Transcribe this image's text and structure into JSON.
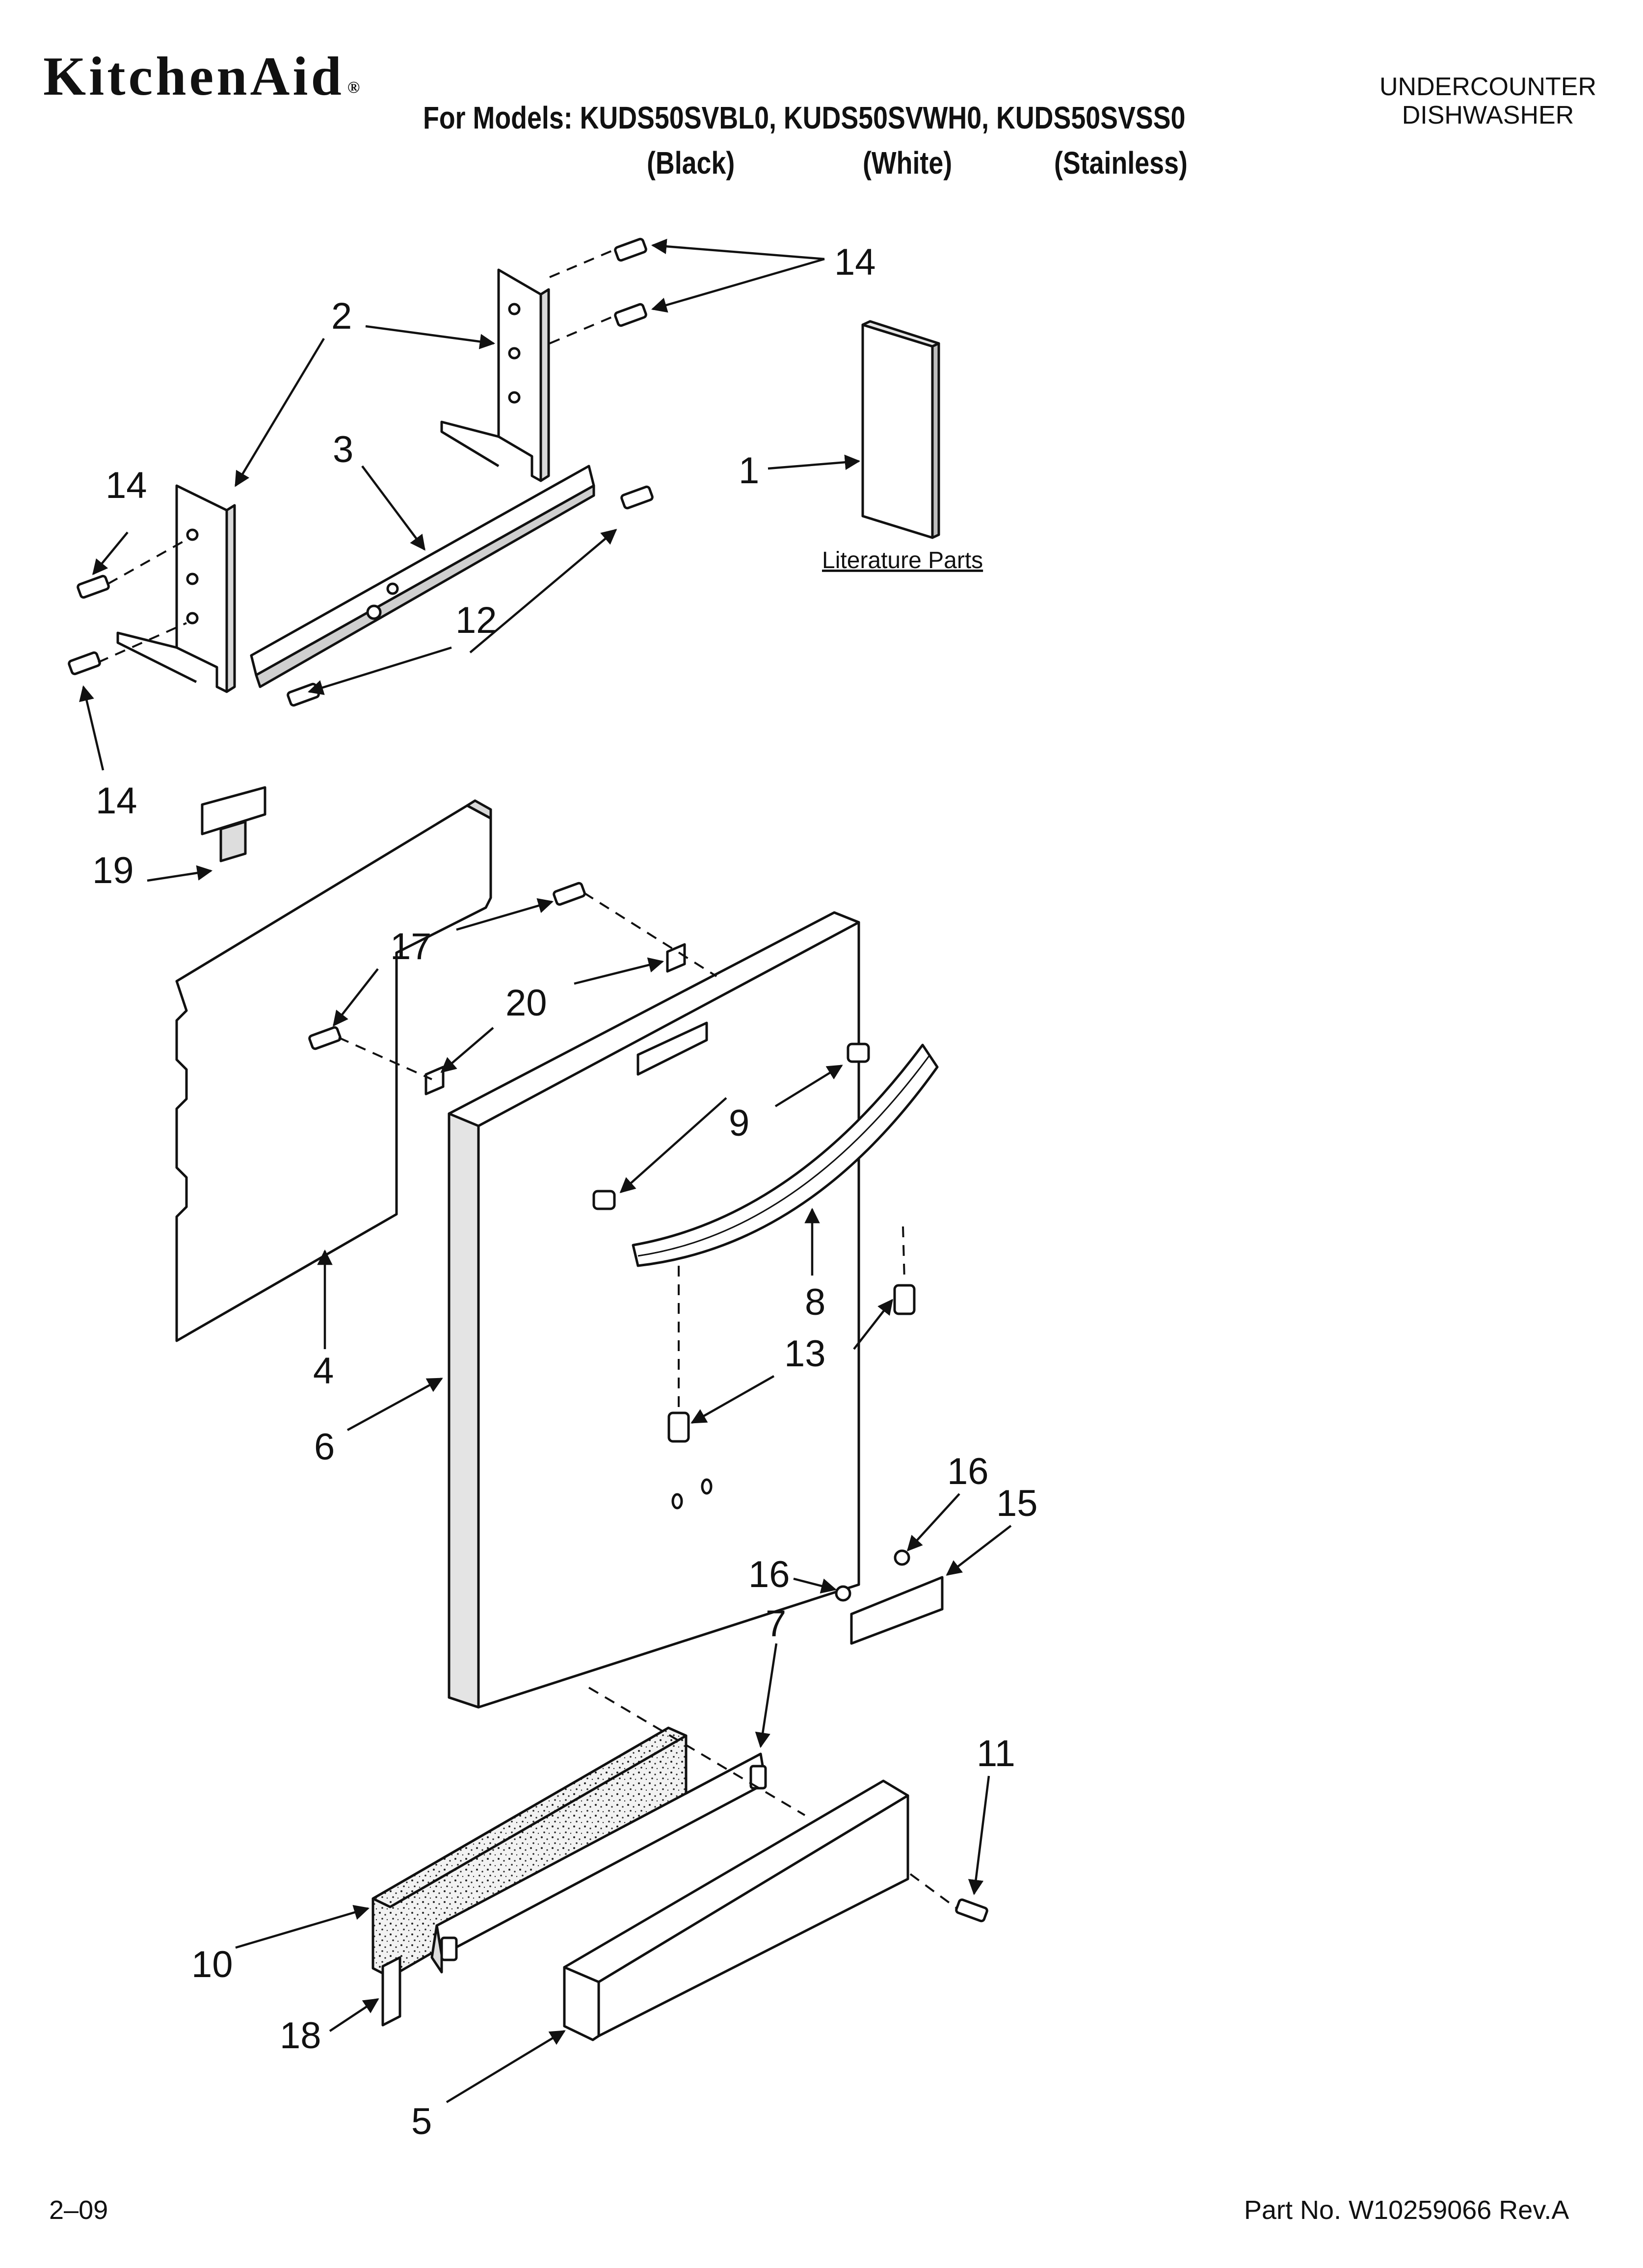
{
  "header": {
    "brand": "KitchenAid",
    "brand_mark": "®",
    "models_line": "For Models: KUDS50SVBL0, KUDS50SVWH0, KUDS50SVSS0",
    "variants": [
      "(Black)",
      "(White)",
      "(Stainless)"
    ],
    "category": "UNDERCOUNTER DISHWASHER"
  },
  "diagram": {
    "literature_label": "Literature Parts",
    "callouts": {
      "c1": "1",
      "c2": "2",
      "c3": "3",
      "c4": "4",
      "c5": "5",
      "c6": "6",
      "c7": "7",
      "c8": "8",
      "c9": "9",
      "c10": "10",
      "c11": "11",
      "c12": "12",
      "c13": "13",
      "c14a": "14",
      "c14b": "14",
      "c14c": "14",
      "c15": "15",
      "c16a": "16",
      "c16b": "16",
      "c17": "17",
      "c18": "18",
      "c19": "19",
      "c20": "20"
    }
  },
  "footer": {
    "date_code": "2–09",
    "part_number": "Part No. W10259066 Rev.A"
  }
}
